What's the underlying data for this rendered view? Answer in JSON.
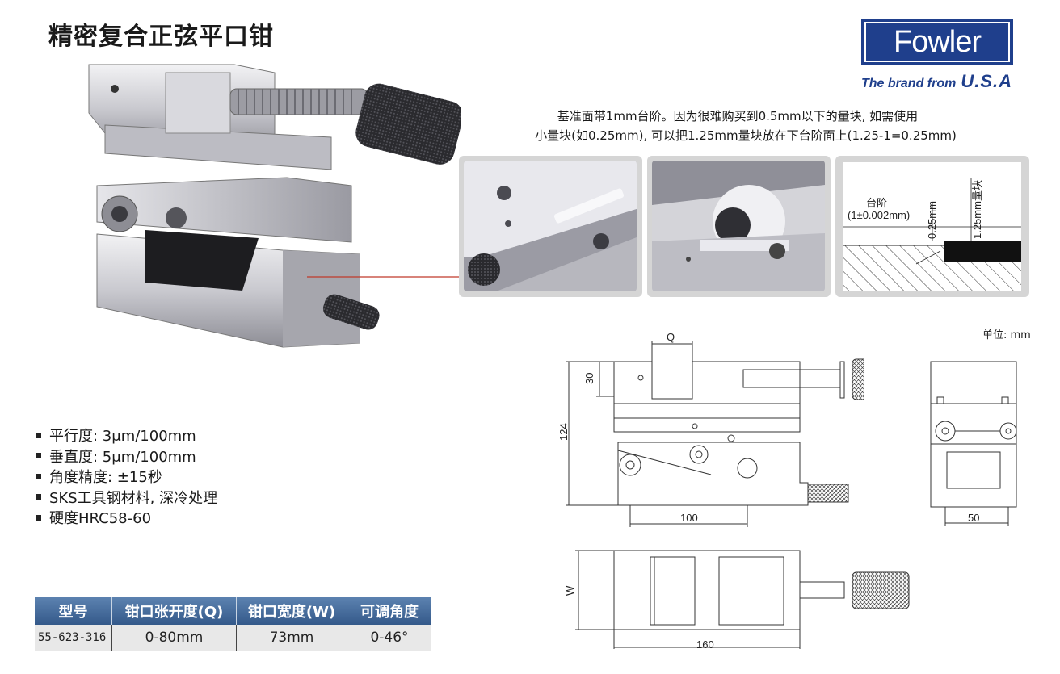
{
  "title": "精密复合正弦平口钳",
  "logo": {
    "brand": "Fowler",
    "tagline_1": "The brand from",
    "tagline_2": "U.S.A"
  },
  "notes": {
    "line1": "基准面带1mm台阶。因为很难购买到0.5mm以下的量块, 如需使用",
    "line2": "小量块(如0.25mm), 可以把1.25mm量块放在下台阶面上(1.25-1=0.25mm)"
  },
  "step_diagram": {
    "step_label_1": "台阶",
    "step_label_2": "(1±0.002mm)",
    "dim_025": "0.25mm",
    "dim_125": "1.25mm量块"
  },
  "specs": [
    "平行度: 3μm/100mm",
    "垂直度: 5μm/100mm",
    "角度精度: ±15秒",
    "SKS工具钢材料, 深冷处理",
    "硬度HRC58-60"
  ],
  "unit": "单位: mm",
  "drawing": {
    "q": "Q",
    "d30": "30",
    "d124": "124",
    "d100": "100",
    "d50": "50",
    "w": "W",
    "d160": "160"
  },
  "table": {
    "headers": [
      "型号",
      "钳口张开度(Q)",
      "钳口宽度(W)",
      "可调角度"
    ],
    "rows": [
      [
        "55-623-316",
        "0-80mm",
        "73mm",
        "0-46°"
      ]
    ]
  },
  "colors": {
    "brand_blue": "#1f3f8c",
    "table_header": "#4a6fa0",
    "leader_line": "#c0392b"
  }
}
